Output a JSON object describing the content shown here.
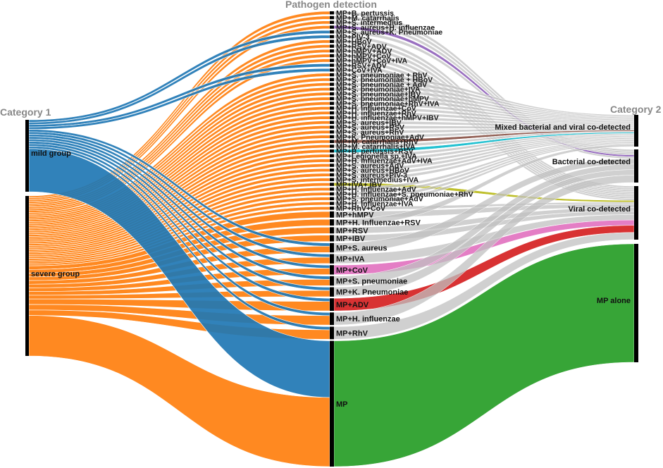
{
  "titles": {
    "left": "Category 1",
    "middle": "Pathogen detection",
    "right": "Category 2"
  },
  "groups": [
    {
      "id": "mild",
      "label": "mild group",
      "color": "#1f77b4"
    },
    {
      "id": "severe",
      "label": "severe group",
      "color": "#ff7f0e"
    }
  ],
  "categories": [
    {
      "id": "mixed",
      "label": "Mixed bacterial and viral co-detected"
    },
    {
      "id": "bact",
      "label": "Bacterial co-detected"
    },
    {
      "id": "viral",
      "label": "Viral co-detected"
    },
    {
      "id": "alone",
      "label": "MP alone"
    }
  ],
  "pathogens": [
    {
      "label": "MP+B. pertussis",
      "w": 1,
      "cat": "bact",
      "mild": 0,
      "severe": 1
    },
    {
      "label": "MP+M. catarrhalis",
      "w": 1,
      "cat": "bact",
      "mild": 0,
      "severe": 1
    },
    {
      "label": "MP+S. intermedius",
      "w": 1,
      "cat": "bact",
      "mild": 0,
      "severe": 1
    },
    {
      "label": "MP+S. aureus+H. influenzae",
      "w": 1,
      "cat": "bact",
      "mild": 0,
      "severe": 1,
      "color": "#9467bd"
    },
    {
      "label": "MP+S. aureus+K. Pneumoniae",
      "w": 1,
      "cat": "bact",
      "mild": 1,
      "severe": 0
    },
    {
      "label": "MP+PIV-3",
      "w": 1,
      "cat": "viral",
      "mild": 1,
      "severe": 0
    },
    {
      "label": "MP+HBoV",
      "w": 1,
      "cat": "viral",
      "mild": 0,
      "severe": 1
    },
    {
      "label": "MP+RSV+ADV",
      "w": 1,
      "cat": "viral",
      "mild": 0,
      "severe": 1
    },
    {
      "label": "MP+hMPV+ADV",
      "w": 1,
      "cat": "viral",
      "mild": 0,
      "severe": 1
    },
    {
      "label": "MP+hMPV+CoV",
      "w": 1,
      "cat": "viral",
      "mild": 0,
      "severe": 1
    },
    {
      "label": "MP+hMPV+CoV+IVA",
      "w": 1,
      "cat": "viral",
      "mild": 0,
      "severe": 1
    },
    {
      "label": "MP+RSV+ADV",
      "w": 1,
      "cat": "viral",
      "mild": 1,
      "severe": 0
    },
    {
      "label": "MP+CoV+IVA",
      "w": 1,
      "cat": "viral",
      "mild": 1,
      "severe": 0
    },
    {
      "label": "MP+S. pneumoniae + RhV",
      "w": 1,
      "cat": "mixed",
      "mild": 0,
      "severe": 1
    },
    {
      "label": "MP+S. pneumoniae + HBoV",
      "w": 1,
      "cat": "mixed",
      "mild": 0,
      "severe": 1
    },
    {
      "label": "MP+S. pneumoniae + AdV",
      "w": 1,
      "cat": "mixed",
      "mild": 0,
      "severe": 1
    },
    {
      "label": "MP+S. pneumoniae+IVA",
      "w": 1,
      "cat": "mixed",
      "mild": 0,
      "severe": 1
    },
    {
      "label": "MP+S. pneumoniae+IBV",
      "w": 1,
      "cat": "mixed",
      "mild": 0,
      "severe": 1
    },
    {
      "label": "MP+S. pneumoniae+hMPV",
      "w": 1,
      "cat": "mixed",
      "mild": 0,
      "severe": 1
    },
    {
      "label": "MP+S. pneumoniae+RhV+IVA",
      "w": 1,
      "cat": "mixed",
      "mild": 0,
      "severe": 1
    },
    {
      "label": "MP+H. influenzae+CoV",
      "w": 1,
      "cat": "mixed",
      "mild": 0,
      "severe": 1
    },
    {
      "label": "MP+H. influenzae+RhV",
      "w": 1,
      "cat": "mixed",
      "mild": 0,
      "severe": 1
    },
    {
      "label": "MP+H. influenzae+hMPV+IBV",
      "w": 1,
      "cat": "mixed",
      "mild": 0,
      "severe": 1
    },
    {
      "label": "MP+S. aureus+IBV",
      "w": 1,
      "cat": "mixed",
      "mild": 0,
      "severe": 1
    },
    {
      "label": "MP+S. aureus+RSV",
      "w": 1,
      "cat": "mixed",
      "mild": 0,
      "severe": 1
    },
    {
      "label": "MP+S. aureus+RhV",
      "w": 1,
      "cat": "mixed",
      "mild": 0,
      "severe": 1
    },
    {
      "label": "MP+K. Pneumoniae+AdV",
      "w": 1,
      "cat": "mixed",
      "mild": 0,
      "severe": 1
    },
    {
      "label": "MP+M. catarrhalis+RhV",
      "w": 1,
      "cat": "mixed",
      "mild": 0,
      "severe": 1,
      "color": "#8c564b"
    },
    {
      "label": "MP+M. catarrhalis+IVA",
      "w": 1,
      "cat": "mixed",
      "mild": 0,
      "severe": 1
    },
    {
      "label": "MP+B. pertussis+RSV",
      "w": 1,
      "cat": "mixed",
      "mild": 0,
      "severe": 1,
      "color": "#17becf"
    },
    {
      "label": "MP+Legionella sp.+IVA",
      "w": 1,
      "cat": "mixed",
      "mild": 0,
      "severe": 1
    },
    {
      "label": "MP+H. influenzae+AdV+IVA",
      "w": 1,
      "cat": "mixed",
      "mild": 0,
      "severe": 1
    },
    {
      "label": "MP+S. aureus+AdV",
      "w": 1,
      "cat": "mixed",
      "mild": 0,
      "severe": 1
    },
    {
      "label": "MP+S. aureus+HBoV",
      "w": 1,
      "cat": "mixed",
      "mild": 0,
      "severe": 1
    },
    {
      "label": "MP+S. aureus+PIV-3",
      "w": 1,
      "cat": "mixed",
      "mild": 0,
      "severe": 1
    },
    {
      "label": "MP+S. intermedius+IVA",
      "w": 1,
      "cat": "mixed",
      "mild": 0,
      "severe": 1
    },
    {
      "label": "MP+IVA+ IBV",
      "w": 1,
      "cat": "viral",
      "mild": 0,
      "severe": 1,
      "color": "#bcbd22"
    },
    {
      "label": "MP+H. Influenzae+AdV",
      "w": 1,
      "cat": "mixed",
      "mild": 0,
      "severe": 1
    },
    {
      "label": "MP+H. influenzae+S. pneumoniae+RhV",
      "w": 1,
      "cat": "mixed",
      "mild": 0,
      "severe": 1
    },
    {
      "label": "MP+S. pneumoniae+AdV",
      "w": 1,
      "cat": "mixed",
      "mild": 0,
      "severe": 1
    },
    {
      "label": "MP+H. Influenzae+IVA",
      "w": 1,
      "cat": "mixed",
      "mild": 0,
      "severe": 1
    },
    {
      "label": "MP+RhV+CoV",
      "w": 1,
      "cat": "viral",
      "mild": 0,
      "severe": 1
    },
    {
      "label": "MP+hMPV",
      "w": 2,
      "cat": "viral",
      "mild": 0,
      "severe": 2
    },
    {
      "label": "MP+H. Influenzae+RSV",
      "w": 2,
      "cat": "mixed",
      "mild": 0,
      "severe": 2
    },
    {
      "label": "MP+RSV",
      "w": 2,
      "cat": "viral",
      "mild": 0,
      "severe": 2
    },
    {
      "label": "MP+IBV",
      "w": 2,
      "cat": "viral",
      "mild": 0,
      "severe": 2
    },
    {
      "label": "MP+S. aureus",
      "w": 3,
      "cat": "bact",
      "mild": 1,
      "severe": 2
    },
    {
      "label": "MP+IVA",
      "w": 3,
      "cat": "viral",
      "mild": 1,
      "severe": 2
    },
    {
      "label": "MP+CoV",
      "w": 3,
      "cat": "viral",
      "mild": 1,
      "severe": 2,
      "color": "#e377c2"
    },
    {
      "label": "MP+S. pneumoniae",
      "w": 3,
      "cat": "bact",
      "mild": 1,
      "severe": 2
    },
    {
      "label": "MP+K. Pneumoniae",
      "w": 3,
      "cat": "bact",
      "mild": 1,
      "severe": 2
    },
    {
      "label": "MP+ADV",
      "w": 4,
      "cat": "viral",
      "mild": 1,
      "severe": 3,
      "color": "#d62728"
    },
    {
      "label": "MP+H. influenzae",
      "w": 4,
      "cat": "bact",
      "mild": 1,
      "severe": 3
    },
    {
      "label": "MP+RhV",
      "w": 4,
      "cat": "viral",
      "mild": 1,
      "severe": 3
    },
    {
      "label": "MP",
      "w": 40,
      "cat": "alone",
      "mild": 18,
      "severe": 22,
      "color": "#2ca02c"
    }
  ],
  "colors": {
    "default_flow": "#c0c0c0",
    "node_bar": "#000000"
  }
}
